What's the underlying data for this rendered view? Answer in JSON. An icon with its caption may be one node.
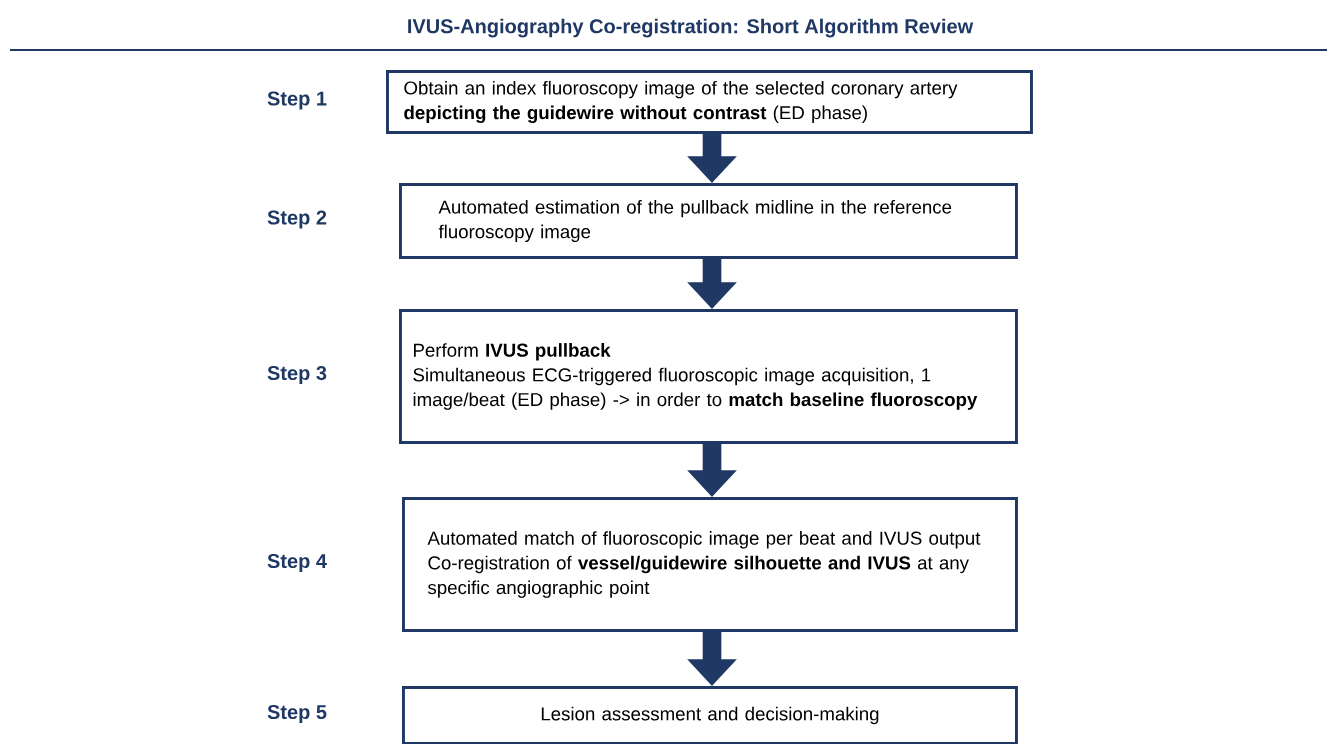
{
  "diagram": {
    "title": "IVUS-Angiography Co-registration: Short Algorithm Review",
    "nodes": [
      {
        "text": [
          "Obtain an index fluoroscopy image of the selected coronary artery **depicting the guidewire without contrast** (ED phase)"
        ],
        "beside": [
          "Step 1"
        ]
      },
      {
        "text": [
          "Automated estimation of the pullback midline in the reference fluoroscopy image"
        ],
        "beside": [
          "Step 2"
        ]
      },
      {
        "text": [
          "Perform **IVUS pullback**",
          "Simultaneous ECG-triggered fluoroscopic image acquisition, 1 image/beat (ED phase) -> in order to **match baseline fluoroscopy**"
        ],
        "beside": [
          "Step 3"
        ]
      },
      {
        "text": [
          "Automated match of fluoroscopic image per beat and IVUS output",
          "Co-registration of **vessel/guidewire silhouette and IVUS** at any specific angiographic point"
        ],
        "beside": [
          "Step 4"
        ]
      },
      {
        "text": [
          "Lesion assessment and decision-making"
        ],
        "beside": [
          "Step 5"
        ]
      }
    ],
    "edges": [
      {
        "from": 0,
        "to": 1,
        "arrow": "to"
      },
      {
        "from": 1,
        "to": 2,
        "arrow": "to"
      },
      {
        "from": 2,
        "to": 3,
        "arrow": "to"
      },
      {
        "from": 3,
        "to": 4,
        "arrow": "to"
      }
    ]
  }
}
